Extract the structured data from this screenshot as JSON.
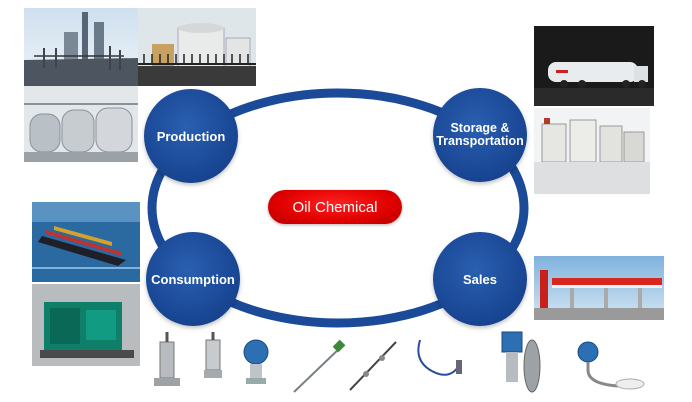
{
  "diagram": {
    "center_label": "Oil Chemical",
    "stages": {
      "production": "Production",
      "storage_line1": "Storage &",
      "storage_line2": "Transportation",
      "consumption": "Consumption",
      "sales": "Sales"
    }
  },
  "colors": {
    "ring": "#1b4a98",
    "stage_fill": "#1b4a98",
    "center_fill": "#e00000",
    "label_text": "#ffffff"
  },
  "photos": [
    "refinery-photo",
    "storage-tanks-photo",
    "industrial-tanks-photo",
    "tanker-truck-photo",
    "tank-farm-photo",
    "container-ship-photo",
    "generator-photo",
    "gas-station-photo"
  ],
  "products": [
    "pressure-sensor",
    "pressure-transmitter",
    "temperature-probe",
    "cable-sensor",
    "flange-level-meter"
  ]
}
